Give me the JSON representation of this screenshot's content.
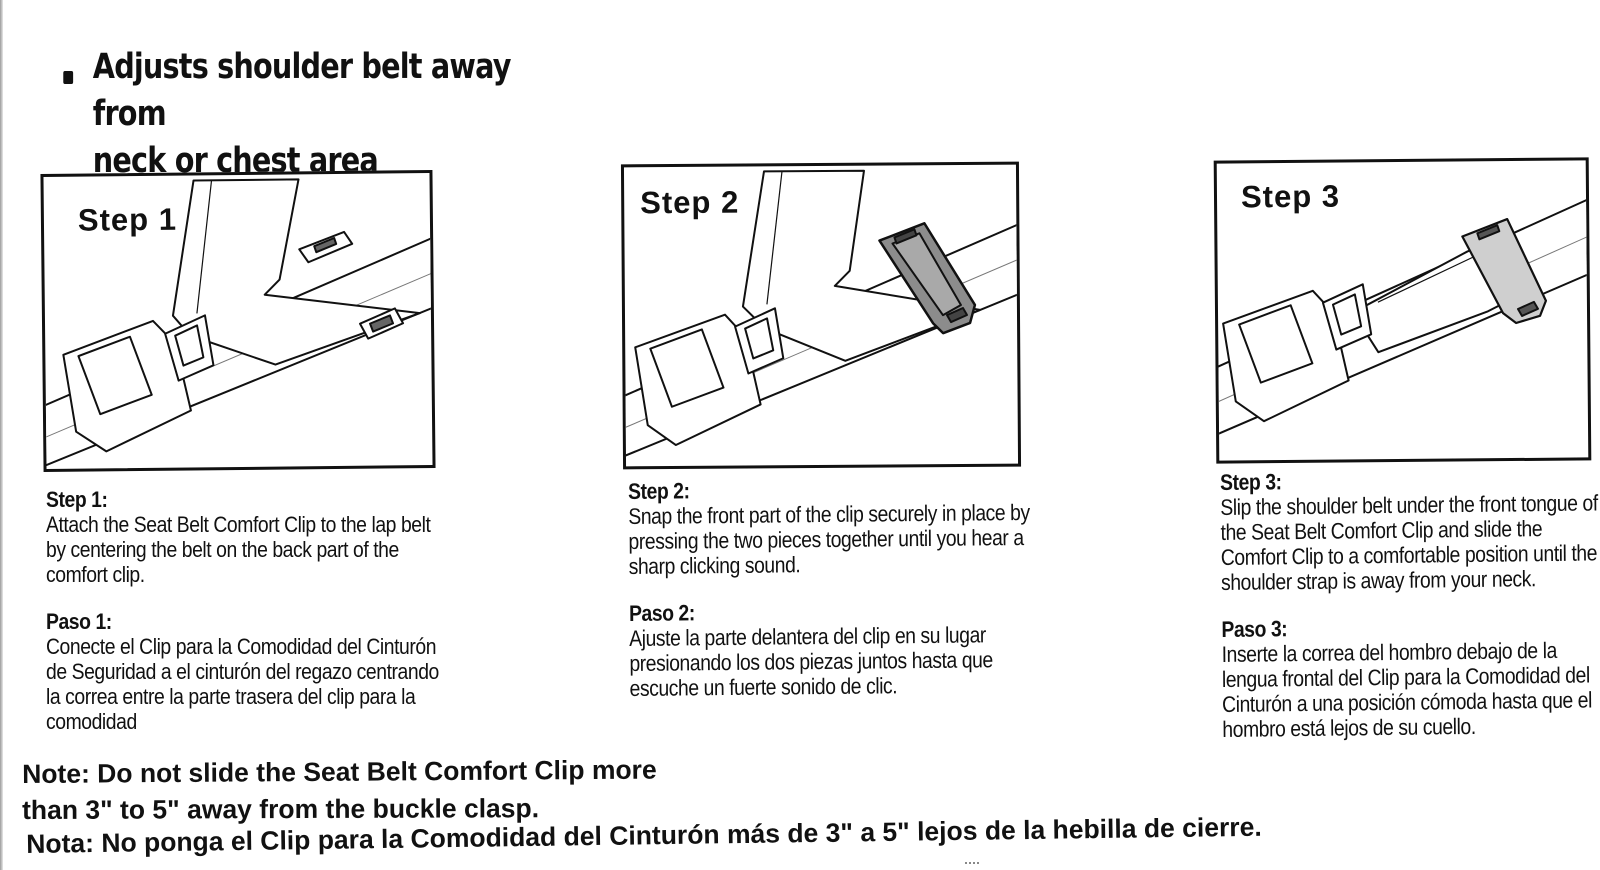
{
  "headline": {
    "lines": [
      "Adjusts shoulder belt away from",
      "neck or chest area"
    ]
  },
  "steps": [
    {
      "label": "Step  1",
      "title": "Step  1:",
      "text": "Attach the Seat Belt Comfort Clip to the lap belt by centering the belt on the back part of the comfort clip.",
      "paso_title": "Paso 1:",
      "paso_text": "Conecte el Clip para la Comodidad del Cinturón de Seguridad a el cinturón del regazo centrando la correa entre la parte trasera del clip para la comodidad"
    },
    {
      "label": "Step  2",
      "title": "Step 2:",
      "text": "Snap the front part of the clip securely in place by pressing the two pieces together until you hear a sharp clicking sound.",
      "paso_title": "Paso 2:",
      "paso_text": "Ajuste la parte delantera del clip en su lugar presionando los dos piezas juntos hasta que escuche un fuerte sonido de clic."
    },
    {
      "label": "Step  3",
      "title": "Step 3:",
      "text": "Slip the shoulder belt under the front tongue of the Seat Belt Comfort Clip and slide the Comfort Clip to a comfortable position until the shoulder strap is away from your neck.",
      "paso_title": "Paso 3:",
      "paso_text": "Inserte la correa del hombro debajo de la lengua frontal del Clip para la Comodidad del Cinturón a una posición cómoda hasta que el hombro está lejos de su cuello."
    }
  ],
  "note": {
    "en_line1": "Note: Do not slide the Seat Belt Comfort Clip more",
    "en_line2": "than 3\" to 5\" away from the buckle clasp.",
    "es": "Nota: No ponga el Clip para la Comodidad del Cinturón más de 3\" a 5\" lejos de la hebilla de cierre."
  },
  "icons": {
    "bullet": "square-bullet-icon",
    "illustration_1": "belt-with-open-clip-illustration",
    "illustration_2": "belt-with-closed-clip-illustration",
    "illustration_3": "shoulder-belt-through-clip-illustration"
  },
  "colors": {
    "ink": "#111111",
    "paper": "#ffffff",
    "clip_fill": "#8c8c8c"
  }
}
